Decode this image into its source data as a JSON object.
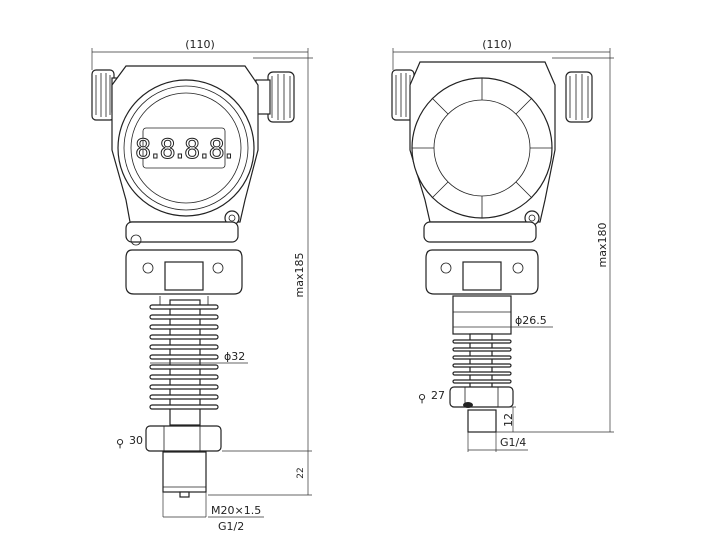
{
  "left_view": {
    "width_label": "(110)",
    "height_label": "max185",
    "fin_diameter_label": "ϕ32",
    "wrench_label": "30",
    "thread_length_label": "22",
    "thread_label": "M20×1.5",
    "thread_alt_label": "G1/2",
    "display_text": "8.8.8.8."
  },
  "right_view": {
    "width_label": "(110)",
    "height_label": "max180",
    "body_diameter_label": "ϕ26.5",
    "wrench_label": "27",
    "thread_length_label": "12",
    "thread_label": "G1/4"
  }
}
